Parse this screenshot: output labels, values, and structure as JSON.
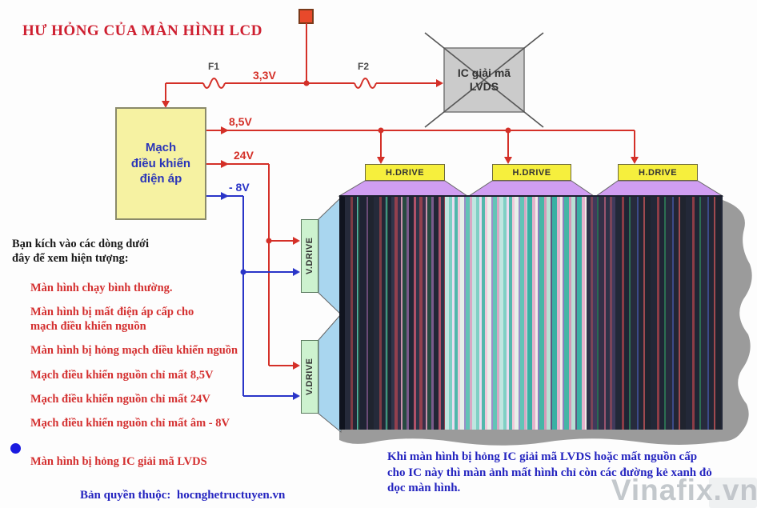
{
  "title": "HƯ HỎNG CỦA MÀN HÌNH LCD",
  "diagram": {
    "power_box": "Mạch\nđiều khiển\nđiện áp",
    "lvds_box": "IC giải mã\nLVDS",
    "h_drive": "H.DRIVE",
    "v_drive": "V.DRIVE",
    "labels": {
      "fuse1": "F1",
      "fuse2": "F2",
      "v33": "3,3V",
      "v85": "8,5V",
      "v24": "24V",
      "vm8": "- 8V"
    }
  },
  "menu": {
    "header": "Bạn kích vào các dòng dưới\nđây để xem hiện tượng:",
    "items": [
      "Màn hình chạy bình thường.",
      "Màn hình bị mất điện áp cấp cho\nmạch điều khiển nguồn",
      "Màn hình bị hỏng mạch điều khiển nguồn",
      "Mạch điều khiển nguồn chỉ mất 8,5V",
      "Mạch điều khiển nguồn chỉ mất 24V",
      "Mạch điều khiển nguồn chỉ mất âm - 8V",
      "Màn hình bị hỏng IC giải mã LVDS"
    ]
  },
  "note": "Khi màn hình bị hỏng IC giải mã LVDS hoặc mất nguồn cấp\ncho IC này thì màn ảnh mất hình chỉ còn các đường kẻ xanh đỏ\ndọc màn hình.",
  "footer": {
    "copyright": "Bản quyền thuộc:  hocnghetructuyen.vn"
  },
  "watermark": "Vinafix.vn",
  "colors": {
    "wire_red": "#d43028",
    "wire_blue": "#2a35c8",
    "power_box_fill": "#f6f2a2",
    "lvds_box_fill": "#cbcbcb",
    "hdrive_fill": "#f6ef3d",
    "vdrive_fill": "#cdf2cf",
    "trapezoid_purple": "#d09ef2",
    "wedge_blue": "#a9d6ef",
    "shadow_gray": "#9b9b9b",
    "title_red": "#ce1f30",
    "text_blue": "#2525c0",
    "menu_red": "#d43030"
  }
}
